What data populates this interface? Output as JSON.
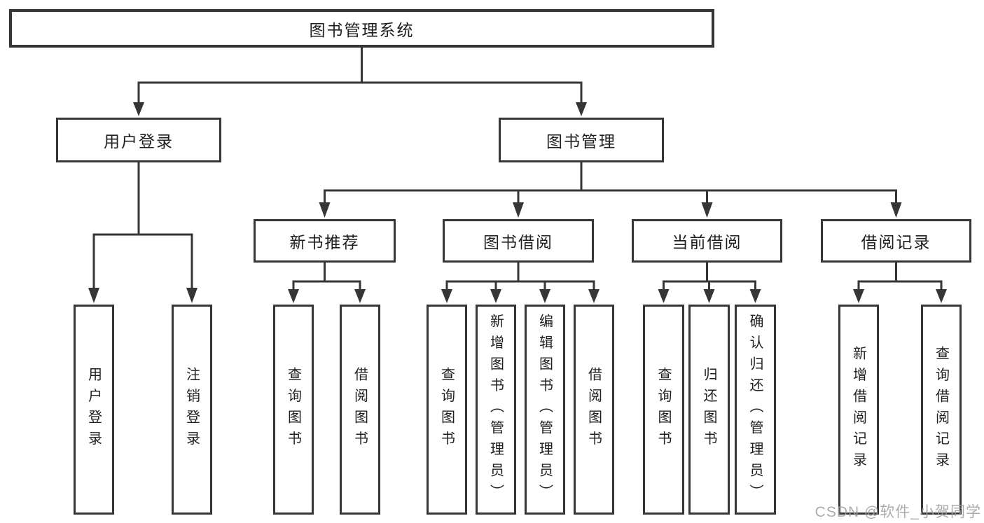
{
  "style": {
    "canvas_background": "#ffffff",
    "line_color": "#363636",
    "box_background": "#ffffff",
    "text_color": "#1f1f1f",
    "watermark_color": "#9e9e9e"
  },
  "watermark": {
    "text": "CSDN @软件_小贺同学"
  },
  "tree": {
    "label": "图书管理系统",
    "children": [
      {
        "label": "用户登录",
        "children": [
          {
            "label": "用户登录"
          },
          {
            "label": "注销登录"
          }
        ]
      },
      {
        "label": "图书管理",
        "children": [
          {
            "label": "新书推荐",
            "children": [
              {
                "label": "查询图书"
              },
              {
                "label": "借阅图书"
              }
            ]
          },
          {
            "label": "图书借阅",
            "children": [
              {
                "label": "查询图书"
              },
              {
                "label": "新增图书（管理员）"
              },
              {
                "label": "编辑图书（管理员）"
              },
              {
                "label": "借阅图书"
              }
            ]
          },
          {
            "label": "当前借阅",
            "children": [
              {
                "label": "查询图书"
              },
              {
                "label": "归还图书"
              },
              {
                "label": "确认归还（管理员）"
              }
            ]
          },
          {
            "label": "借阅记录",
            "children": [
              {
                "label": "新增借阅记录"
              },
              {
                "label": "查询借阅记录"
              }
            ]
          }
        ]
      }
    ]
  }
}
